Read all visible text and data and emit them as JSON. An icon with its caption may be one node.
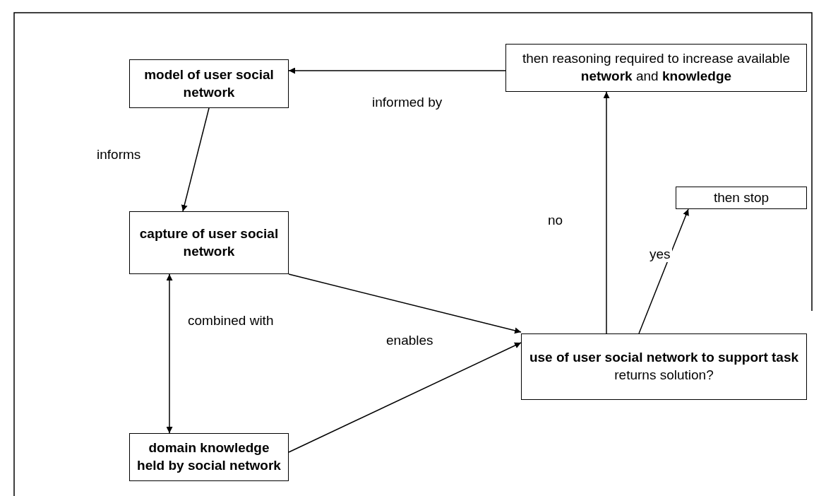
{
  "diagram": {
    "nodes": [
      {
        "text": [
          "model of user social network"
        ]
      },
      {
        "text": [
          "then reasoning required to increase available **network** and **knowledge**"
        ]
      },
      {
        "text": [
          "then stop"
        ]
      },
      {
        "text": [
          "capture of user social network"
        ]
      },
      {
        "text": [
          "use of user social network to support task",
          "returns solution?"
        ]
      },
      {
        "text": [
          "domain knowledge held by social network"
        ]
      }
    ],
    "edges": [
      {
        "from": 1,
        "to": 0,
        "arrow": "to",
        "label": "informed by"
      },
      {
        "from": 0,
        "to": 3,
        "arrow": "to",
        "label": "informs"
      },
      {
        "from": 3,
        "to": 5,
        "arrow": "both",
        "label": "combined with"
      },
      {
        "from": 3,
        "to": 4,
        "arrow": "to",
        "label": "enables"
      },
      {
        "from": 5,
        "to": 4,
        "arrow": "to"
      },
      {
        "from": 4,
        "to": 1,
        "arrow": "to",
        "label": "no"
      },
      {
        "from": 4,
        "to": 2,
        "arrow": "to",
        "label": "yes"
      }
    ]
  }
}
